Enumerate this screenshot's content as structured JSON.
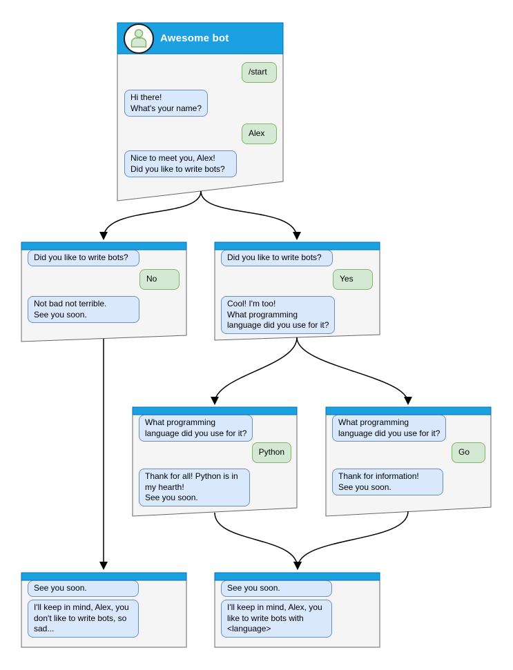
{
  "colors": {
    "header_fill": "#1ba1e2",
    "header_stroke": "#006eaf",
    "panel_fill": "#f5f5f5",
    "panel_stroke": "#666666",
    "bot_fill": "#dae8fc",
    "bot_stroke": "#6c8ebf",
    "user_fill": "#d5e8d4",
    "user_stroke": "#82b366",
    "avatar_bg": "#ffffff",
    "edge_color": "#000000"
  },
  "nodes": [
    {
      "id": "start",
      "title": "Awesome bot",
      "messages": [
        {
          "from": "user",
          "text": "/start"
        },
        {
          "from": "bot",
          "text": "Hi there!\nWhat's your name?"
        },
        {
          "from": "user",
          "text": "Alex"
        },
        {
          "from": "bot",
          "text": "Nice to meet you, Alex!\nDid you like to write bots?"
        }
      ]
    },
    {
      "id": "branch-no",
      "messages": [
        {
          "from": "bot",
          "text": "Did you like to write bots?"
        },
        {
          "from": "user",
          "text": "No"
        },
        {
          "from": "bot",
          "text": "Not bad not terrible.\nSee you soon."
        }
      ]
    },
    {
      "id": "branch-yes",
      "messages": [
        {
          "from": "bot",
          "text": "Did you like to write bots?"
        },
        {
          "from": "user",
          "text": "Yes"
        },
        {
          "from": "bot",
          "text": "Cool! I'm too!\nWhat programming\nlanguage did you use for it?"
        }
      ]
    },
    {
      "id": "python",
      "messages": [
        {
          "from": "bot",
          "text": "What programming\nlanguage did you use for it?"
        },
        {
          "from": "user",
          "text": "Python"
        },
        {
          "from": "bot",
          "text": "Thank for all! Python is in\nmy hearth!\nSee you soon."
        }
      ]
    },
    {
      "id": "go",
      "messages": [
        {
          "from": "bot",
          "text": "What programming\nlanguage did you use for it?"
        },
        {
          "from": "user",
          "text": "Go"
        },
        {
          "from": "bot",
          "text": "Thank for information!\nSee you soon."
        }
      ]
    },
    {
      "id": "final-no",
      "messages": [
        {
          "from": "bot",
          "text": "See you soon."
        },
        {
          "from": "bot",
          "text": "I'll keep in mind, Alex, you\ndon't like to write bots, so\nsad..."
        }
      ]
    },
    {
      "id": "final-yes",
      "messages": [
        {
          "from": "bot",
          "text": "See you soon."
        },
        {
          "from": "bot",
          "text": "I'll keep in mind, Alex, you\nlike to write bots with\n<language>"
        }
      ]
    }
  ],
  "edges": [
    {
      "from": "start",
      "to": "branch-no"
    },
    {
      "from": "start",
      "to": "branch-yes"
    },
    {
      "from": "branch-yes",
      "to": "python"
    },
    {
      "from": "branch-yes",
      "to": "go"
    },
    {
      "from": "python",
      "to": "final-yes"
    },
    {
      "from": "go",
      "to": "final-yes"
    },
    {
      "from": "branch-no",
      "to": "final-no"
    }
  ]
}
